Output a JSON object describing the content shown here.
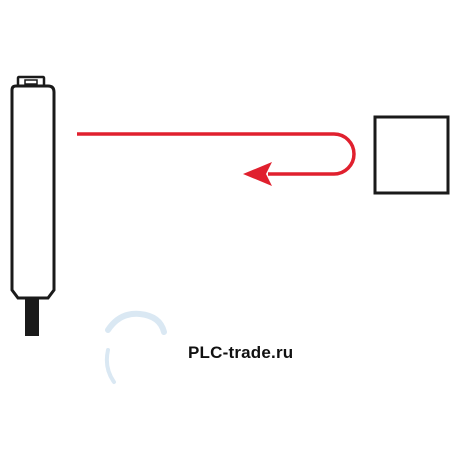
{
  "watermark": {
    "text": "PLC-trade.ru"
  },
  "colors": {
    "background": "#ffffff",
    "outline": "#1a1a1a",
    "beam": "#e0202e",
    "watermark_logo": "#d6e6f2",
    "text": "#111111"
  },
  "icons": {
    "sensor": "photoelectric-sensor-body",
    "target": "reflector-square",
    "beam": "u-turn-arrow"
  }
}
